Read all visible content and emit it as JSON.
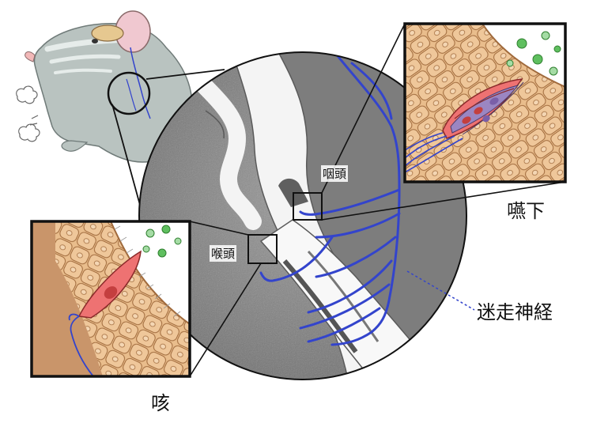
{
  "labels": {
    "pharynx": "咽頭",
    "larynx": "喉頭",
    "swallow": "嚥下",
    "vagus_nerve": "迷走神経",
    "cough": "咳"
  },
  "colors": {
    "nerve": "#3344cc",
    "frame": "#111111",
    "cell_fill": "#e9bd8c",
    "cell_border": "#a06a3c",
    "sensory_cell": "#ee7272",
    "sensory_cell_alt": "#9b86c2",
    "droplet": "#5fbf5f",
    "tissue_gray": "#8a8a8a",
    "airway_white": "#f4f4f4",
    "mouse_body": "#b9c3c0"
  },
  "icons": {
    "mouse": "mouse-illustration",
    "breath": "breath-puff-icon"
  }
}
